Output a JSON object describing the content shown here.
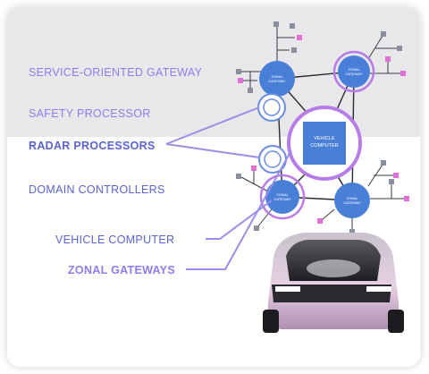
{
  "labels": {
    "service_oriented_gateway": "SERVICE-ORIENTED GATEWAY",
    "safety_processor": "SAFETY PROCESSOR",
    "radar_processors": "RADAR PROCESSORS",
    "domain_controllers": "DOMAIN CONTROLLERS",
    "vehicle_computer": "VEHICLE COMPUTER",
    "zonal_gateways": "ZONAL GATEWAYS"
  },
  "nodes": {
    "vehicle_computer": [
      "VEHICLE",
      "COMPUTER"
    ],
    "zonal_gateway": [
      "ZONAL",
      "GATEWAY"
    ]
  },
  "colors": {
    "label_light": "#8c7ef0",
    "label_dark": "#5a64d0",
    "node_blue": "#4a7fd8",
    "ring_purple": "#b77ce8",
    "connector_purple": "#9a8ee6",
    "peripheral_pink": "#e070d8",
    "peripheral_gray": "#8a8fa0",
    "band_gray": "#e8e8ea"
  }
}
